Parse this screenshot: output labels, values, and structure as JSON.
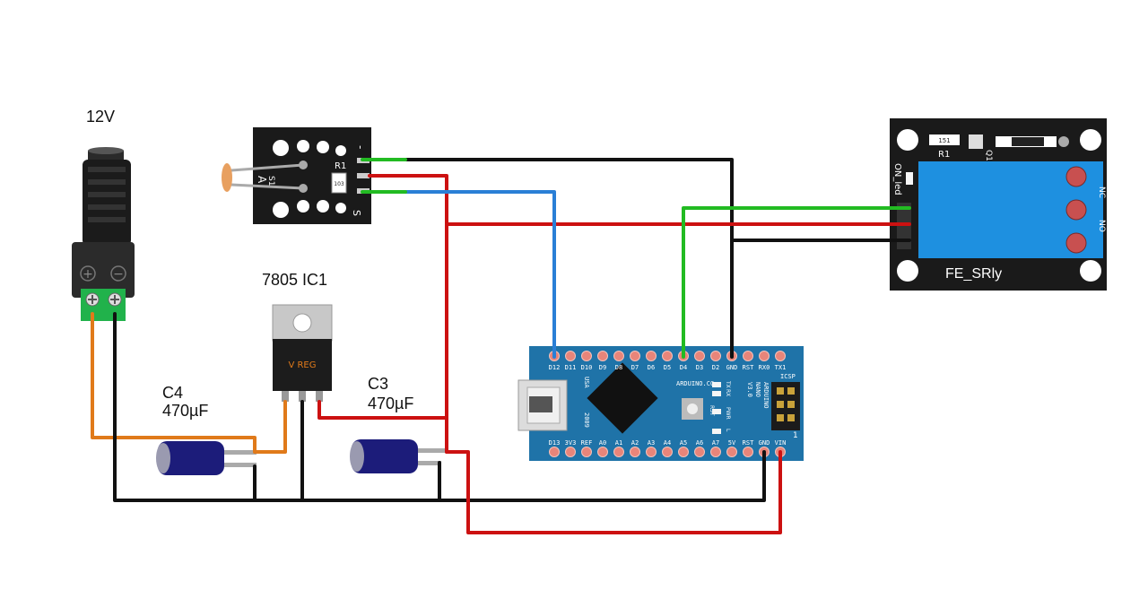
{
  "labels": {
    "dc_jack": "12V",
    "jack_plus": "+",
    "jack_minus": "−",
    "regulator": "7805 IC1",
    "regulator_body": "V REG",
    "cap_c4_name": "C4",
    "cap_c4_value": "470µF",
    "cap_c3_name": "C3",
    "cap_c3_value": "470µF",
    "relay_name": "FE_SRly",
    "relay_r1": "R1",
    "relay_res_code": "151",
    "relay_q1": "Q1",
    "relay_on_led": "ON_led",
    "relay_no": "NO",
    "relay_nc": "NC",
    "sensor_r1": "R1",
    "sensor_s1": "S1",
    "sensor_a": "A",
    "sensor_res_code": "103",
    "sensor_pin_minus": "-",
    "sensor_pin_s": "S"
  },
  "nano": {
    "brand": "ARDUINO.CC",
    "model_line1": "ARDUINO",
    "model_line2": "NANO",
    "model_line3": "V3.0",
    "icsp": "ICSP",
    "rst_button": "RST",
    "country": "USA",
    "year": "2009",
    "led_tx": "TX",
    "led_rx": "RX",
    "led_pwr": "PWR",
    "led_l": "L",
    "icsp_pin1": "1",
    "top_pins": [
      "D12",
      "D11",
      "D10",
      "D9",
      "D8",
      "D7",
      "D6",
      "D5",
      "D4",
      "D3",
      "D2",
      "GND",
      "RST",
      "RX0",
      "TX1"
    ],
    "bottom_pins": [
      "D13",
      "3V3",
      "REF",
      "A0",
      "A1",
      "A2",
      "A3",
      "A4",
      "A5",
      "A6",
      "A7",
      "5V",
      "RST",
      "GND",
      "VIN"
    ]
  },
  "colors": {
    "wire_red": "#cc1111",
    "wire_black": "#111111",
    "wire_green": "#22bb22",
    "wire_blue": "#2a7fd6",
    "wire_orange": "#e07a1a",
    "nano_board": "#1f73a8",
    "relay_blue": "#1e90e0",
    "terminal_green": "#21b24b"
  }
}
